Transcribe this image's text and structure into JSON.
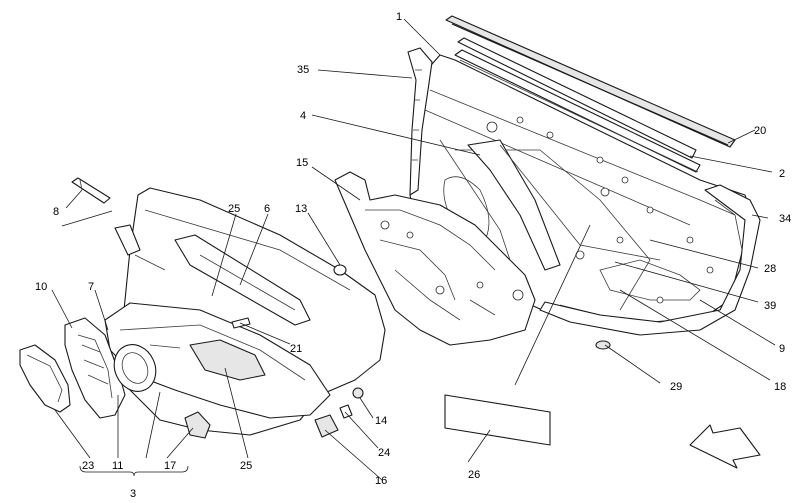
{
  "callouts": {
    "c1": "1",
    "c2": "2",
    "c3": "3",
    "c4": "4",
    "c6": "6",
    "c7": "7",
    "c8": "8",
    "c9": "9",
    "c10": "10",
    "c11": "11",
    "c13": "13",
    "c14": "14",
    "c15": "15",
    "c16": "16",
    "c17": "17",
    "c18": "18",
    "c20": "20",
    "c21": "21",
    "c23": "23",
    "c24": "24",
    "c25a": "25",
    "c25b": "25",
    "c26": "26",
    "c28": "28",
    "c29": "29",
    "c34": "34",
    "c35": "35",
    "c39": "39"
  },
  "colors": {
    "line": "#1a1a1a",
    "fill_grey": "#e6e6e6",
    "background": "#ffffff"
  }
}
